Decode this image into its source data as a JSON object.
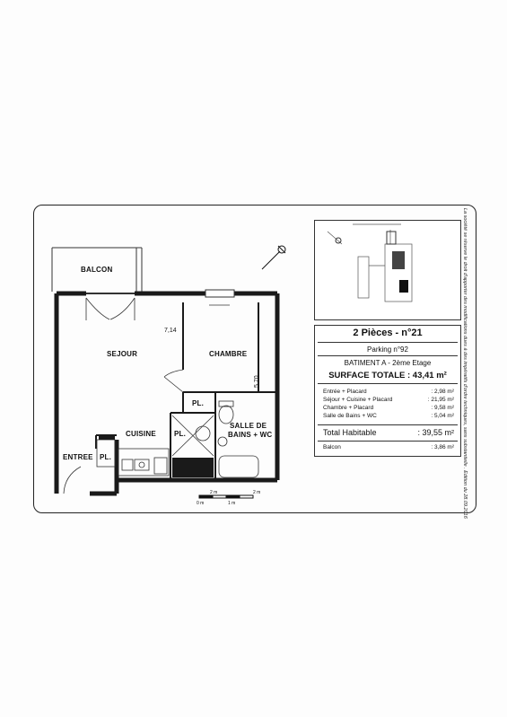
{
  "rooms": {
    "balcon": "BALCON",
    "sejour": "SEJOUR",
    "chambre": "CHAMBRE",
    "cuisine": "CUISINE",
    "entree": "ENTREE",
    "pl": "PL.",
    "sdb_line1": "SALLE DE",
    "sdb_line2": "BAINS + WC"
  },
  "dimensions": {
    "d1": "7,14",
    "d2": "5,70"
  },
  "info": {
    "title": "2 Pièces - n°21",
    "parking": "Parking n°92",
    "batiment": "BATIMENT A - 2ème Etage",
    "surface_label": "SURFACE TOTALE",
    "surface_value": ": 43,41 m²",
    "areas": [
      {
        "label": "Entrée + Placard",
        "value": ": 2,98 m²"
      },
      {
        "label": "Séjour + Cuisine + Placard",
        "value": ": 21,95 m²"
      },
      {
        "label": "Chambre + Placard",
        "value": ": 9,58 m²"
      },
      {
        "label": "Salle de Bains + WC",
        "value": ": 5,04 m²"
      }
    ],
    "total_label": "Total  Habitable",
    "total_value": ": 39,55 m²",
    "balcon_label": "Balcon",
    "balcon_value": ": 3,86 m²"
  },
  "side_note": "La société se réserve le droit d'apporter des modifications dues à des impératifs d'ordre techniques, sans substantielle . Edition du 28.09.2016",
  "scale": {
    "top_right": "2 m",
    "bottom_left": "0 m",
    "bottom_mid": "1 m"
  },
  "colors": {
    "wall": "#1a1a1a",
    "line": "#333333",
    "accent_dark": "#111111"
  }
}
